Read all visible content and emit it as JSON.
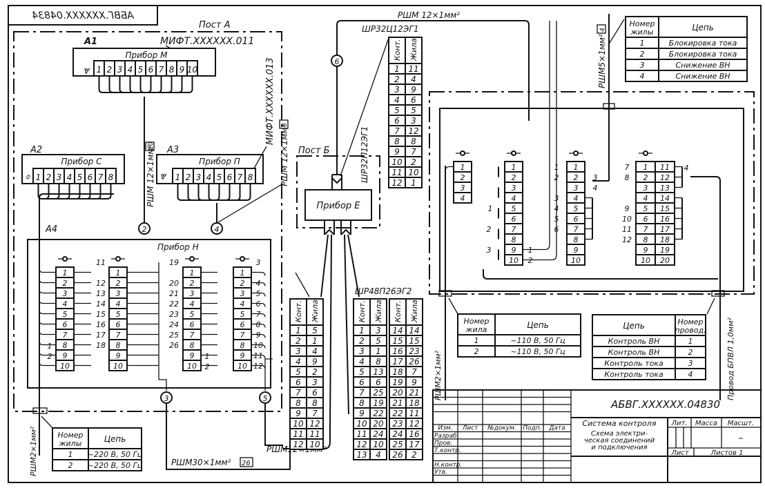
{
  "drawing": {
    "mirror_stamp": "АБВГ.XXXXXX.04834",
    "posts": {
      "a": "Пост А",
      "b": "Пост Б"
    },
    "devices": {
      "a1": {
        "ref": "А1",
        "name": "Прибор М",
        "doc": "МИФТ.XXXXXX.011",
        "pins": [
          "1",
          "2",
          "3",
          "4",
          "5",
          "6",
          "7",
          "8",
          "9",
          "10"
        ]
      },
      "a2": {
        "ref": "А2",
        "name": "Прибор С",
        "pins": [
          "1",
          "2",
          "3",
          "4",
          "5",
          "6",
          "7",
          "8"
        ]
      },
      "a3": {
        "ref": "А3",
        "name": "Прибор П",
        "doc": "МИФТ.XXXXXX.013",
        "pins": [
          "1",
          "2",
          "3",
          "4",
          "5",
          "6",
          "7",
          "8"
        ]
      },
      "a4": {
        "ref": "А4",
        "name": "Прибор Н"
      },
      "e": {
        "name": "Прибор Е"
      }
    },
    "a4_blocks": [
      {
        "pins": [
          "1",
          "2",
          "3",
          "4",
          "5",
          "6",
          "7",
          "8",
          "9",
          "10"
        ],
        "side_labels": [
          "1",
          "2"
        ]
      },
      {
        "pins": [
          "1",
          "2",
          "3",
          "4",
          "5",
          "6",
          "7",
          "8",
          "9",
          "10"
        ],
        "side_labels": [
          "11",
          "12",
          "13",
          "14",
          "15",
          "16",
          "17",
          "18"
        ]
      },
      {
        "pins": [
          "1",
          "2",
          "3",
          "4",
          "5",
          "6",
          "7",
          "8",
          "9",
          "10"
        ],
        "side_labels": [
          "19",
          "20",
          "21",
          "22",
          "23",
          "24",
          "25",
          "26",
          "1",
          "2"
        ]
      },
      {
        "pins": [
          "1",
          "2",
          "3",
          "4",
          "5",
          "6",
          "7",
          "8",
          "9",
          "10"
        ],
        "side_labels": [
          "3",
          "4",
          "5",
          "6",
          "7",
          "8",
          "9",
          "10",
          "11",
          "12"
        ]
      }
    ],
    "right_blocks": [
      {
        "pins": [
          "1",
          "2",
          "3",
          "4"
        ]
      },
      {
        "pins": [
          "1",
          "2",
          "3",
          "4",
          "5",
          "6",
          "7",
          "8",
          "9",
          "10"
        ],
        "side_labels": [
          "1",
          "2",
          "3",
          "1",
          "2"
        ]
      },
      {
        "pins": [
          "1",
          "2",
          "3",
          "4",
          "5",
          "6",
          "7",
          "8",
          "9",
          "10"
        ],
        "side_labels": [
          "1",
          "2",
          "3",
          "4",
          "5",
          "6",
          "3",
          "4"
        ]
      },
      {
        "pins_left": [
          "1",
          "2",
          "3",
          "4",
          "5",
          "6",
          "7",
          "8",
          "9",
          "10"
        ],
        "pins_right": [
          "11",
          "12",
          "13",
          "14",
          "15",
          "16",
          "17",
          "18",
          "19",
          "20"
        ],
        "side_labels": [
          "7",
          "8",
          "9",
          "10",
          "11",
          "12",
          "4"
        ]
      }
    ],
    "cables": {
      "c1": "РШМ 12×1мм²",
      "c1_tag": "10",
      "c2": "РШМ 12×1мм²",
      "c2_tag": "8",
      "c3": "РШМ30×1мм²",
      "c3_tag": "26",
      "c4": "РШМ12×1мм²",
      "c5": "РШМ 12×1мм²",
      "c6": "РШМ5×1мм²",
      "c6_tag": "4",
      "c7": "РШМ2×1мм²",
      "c8": "РШМ2×1мм²",
      "c9": "Провод БПВЛ 1,0мм²"
    },
    "nodes": [
      "2",
      "4",
      "3",
      "5",
      "6"
    ],
    "connectors": {
      "top": {
        "name": "ШР32Ц12ЭГ1",
        "headers": [
          "Конт.",
          "Жила"
        ],
        "rows": [
          [
            "1",
            "11"
          ],
          [
            "2",
            "4"
          ],
          [
            "3",
            "9"
          ],
          [
            "4",
            "6"
          ],
          [
            "5",
            "5"
          ],
          [
            "6",
            "3"
          ],
          [
            "7",
            "12"
          ],
          [
            "8",
            "8"
          ],
          [
            "9",
            "7"
          ],
          [
            "10",
            "2"
          ],
          [
            "11",
            "10"
          ],
          [
            "12",
            "1"
          ]
        ]
      },
      "left": {
        "name": "ШР32П12ЭГ1",
        "headers": [
          "Конт.",
          "Жила"
        ],
        "rows": [
          [
            "1",
            "5"
          ],
          [
            "2",
            "1"
          ],
          [
            "3",
            "4"
          ],
          [
            "4",
            "9"
          ],
          [
            "5",
            "2"
          ],
          [
            "6",
            "3"
          ],
          [
            "7",
            "6"
          ],
          [
            "8",
            "8"
          ],
          [
            "9",
            "7"
          ],
          [
            "10",
            "12"
          ],
          [
            "11",
            "11"
          ],
          [
            "12",
            "10"
          ]
        ]
      },
      "right": {
        "name": "ШР48П26ЭГ2",
        "headers": [
          "Конт.",
          "Жила",
          "Конт.",
          "Жила"
        ],
        "rows": [
          [
            "1",
            "3",
            "14",
            "14"
          ],
          [
            "2",
            "5",
            "15",
            "15"
          ],
          [
            "3",
            "1",
            "16",
            "23"
          ],
          [
            "4",
            "8",
            "17",
            "26"
          ],
          [
            "5",
            "13",
            "18",
            "7"
          ],
          [
            "6",
            "6",
            "19",
            "9"
          ],
          [
            "7",
            "25",
            "20",
            "21"
          ],
          [
            "8",
            "19",
            "21",
            "18"
          ],
          [
            "9",
            "22",
            "22",
            "11"
          ],
          [
            "10",
            "20",
            "23",
            "12"
          ],
          [
            "11",
            "24",
            "24",
            "16"
          ],
          [
            "12",
            "10",
            "25",
            "17"
          ],
          [
            "13",
            "4",
            "26",
            "2"
          ]
        ]
      }
    },
    "tables": {
      "t220": {
        "headers": [
          "Номер жилы",
          "Цепь"
        ],
        "rows": [
          [
            "1",
            "~220 В, 50 Гц"
          ],
          [
            "2",
            "~220 В, 50 Гц"
          ]
        ]
      },
      "t110": {
        "headers": [
          "Номер жила",
          "Цепь"
        ],
        "rows": [
          [
            "1",
            "~110 В, 50 Гц"
          ],
          [
            "2",
            "~110 В, 50 Гц"
          ]
        ]
      },
      "tblock": {
        "headers": [
          "Номер жилы",
          "Цепь"
        ],
        "rows": [
          [
            "1",
            "Блокировка тока"
          ],
          [
            "2",
            "Блокировка тока"
          ],
          [
            "3",
            "Снижение ВН"
          ],
          [
            "4",
            "Снижение ВН"
          ]
        ]
      },
      "tcontrol": {
        "headers": [
          "Цепь",
          "Номер провод."
        ],
        "rows": [
          [
            "Контроль ВН",
            "1"
          ],
          [
            "Контроль ВН",
            "2"
          ],
          [
            "Контроль тока",
            "3"
          ],
          [
            "Контроль тока",
            "4"
          ]
        ]
      }
    },
    "title_block": {
      "designation": "АБВГ.XXXXXX.04830",
      "product": "Система контроля",
      "doc_title": [
        "Схема электри-",
        "ческая соединений",
        "и подключения"
      ],
      "col_headers": [
        "Изм.",
        "Лист",
        "№докум.",
        "Подп.",
        "Дата"
      ],
      "roles": [
        "Разраб.",
        "Пров.",
        "Т.контр.",
        "",
        "Н.контр.",
        "Утв."
      ],
      "lit": "Лит.",
      "mass": "Масса",
      "scale": "Масшт.",
      "scale_value": "–",
      "sheet": "Лист",
      "sheets": "Листов 1"
    }
  }
}
